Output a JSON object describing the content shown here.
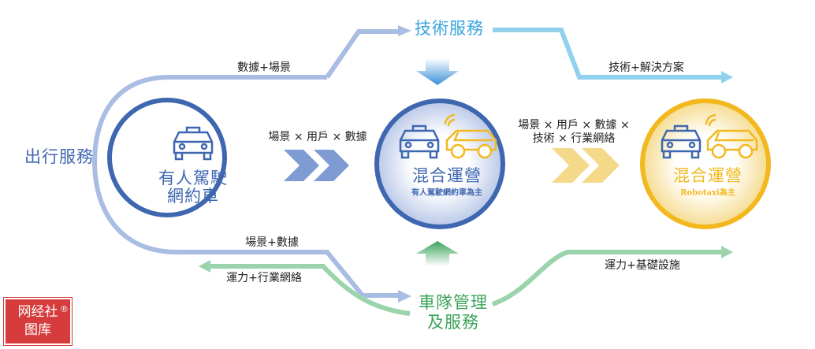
{
  "labels": {
    "tech_service": "技術服務",
    "mobility_service": "出行服務",
    "fleet_service_line1": "車隊管理",
    "fleet_service_line2": "及服務",
    "data_scene_top": "數據+場景",
    "tech_solution": "技術+解決方案",
    "scene_user_data": "場景 × 用戶 × 數據",
    "scene_user_data_tech_1": "場景 × 用戶 × 數據 ×",
    "scene_user_data_tech_2": "技術 × 行業網絡",
    "scene_data_bottom": "場景+數據",
    "capacity_network": "運力+行業網絡",
    "capacity_infra": "運力+基礎設施"
  },
  "circles": {
    "left": {
      "line1": "有人駕駛",
      "line2": "網約車"
    },
    "middle": {
      "title": "混合運營",
      "subtitle": "有人駕駛網約車為主"
    },
    "right": {
      "title": "混合運營",
      "subtitle": "Robotaxi為主"
    }
  },
  "watermark": {
    "line1": "网经社",
    "line2": "图库",
    "mark": "®"
  },
  "colors": {
    "blue": "#3f67b0",
    "light_blue": "#3aa4dc",
    "green": "#3aa35a",
    "yellow": "#f2b81e"
  }
}
